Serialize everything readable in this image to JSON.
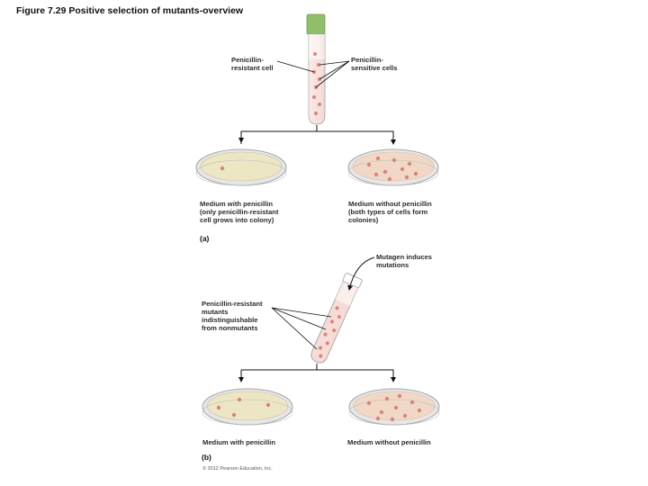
{
  "title": "Figure 7.29 Positive selection of mutants-overview",
  "panel_a": {
    "tag": "(a)",
    "resistant_cell_label": "Penicillin-\nresistant cell",
    "sensitive_cells_label": "Penicillin-\nsensitive cells",
    "plate_left_caption": "Medium with penicillin\n(only penicillin-resistant\ncell grows into colony)",
    "plate_right_caption": "Medium without penicillin\n(both types of cells form\ncolonies)"
  },
  "panel_b": {
    "tag": "(b)",
    "mutagen_label": "Mutagen induces\nmutations",
    "mutants_label": "Penicillin-resistant\nmutants\nindistinguishable\nfrom nonmutants",
    "plate_left_caption": "Medium with penicillin",
    "plate_right_caption": "Medium without penicillin"
  },
  "copyright": "© 2012 Pearson Education, Inc.",
  "colors": {
    "cap": "#8fbf6a",
    "tube_fill": "#f6dcd6",
    "agar_penicillin": "#ece6c4",
    "agar_plain": "#f1d8c6",
    "plate_rim": "#a9a9a9",
    "colony": "#d9847d"
  }
}
